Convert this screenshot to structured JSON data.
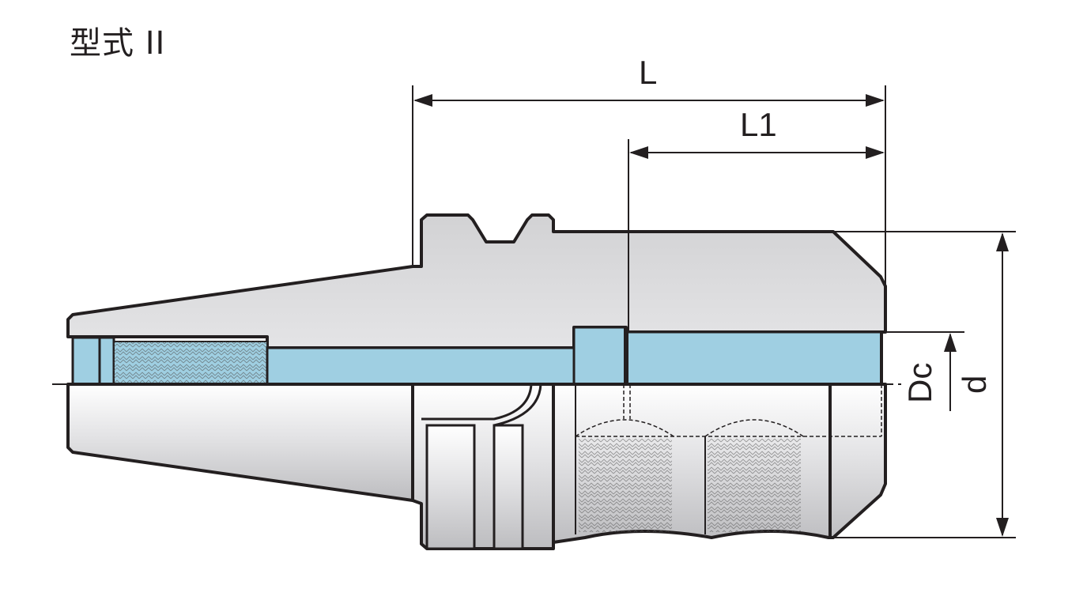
{
  "title": "型式 II",
  "dimensions": {
    "L": "L",
    "L1": "L1",
    "Dc": "Dc",
    "d": "d"
  },
  "colors": {
    "body_fill": "#dcdcde",
    "bore_fill": "#9fcfe2",
    "outline": "#231f20"
  }
}
